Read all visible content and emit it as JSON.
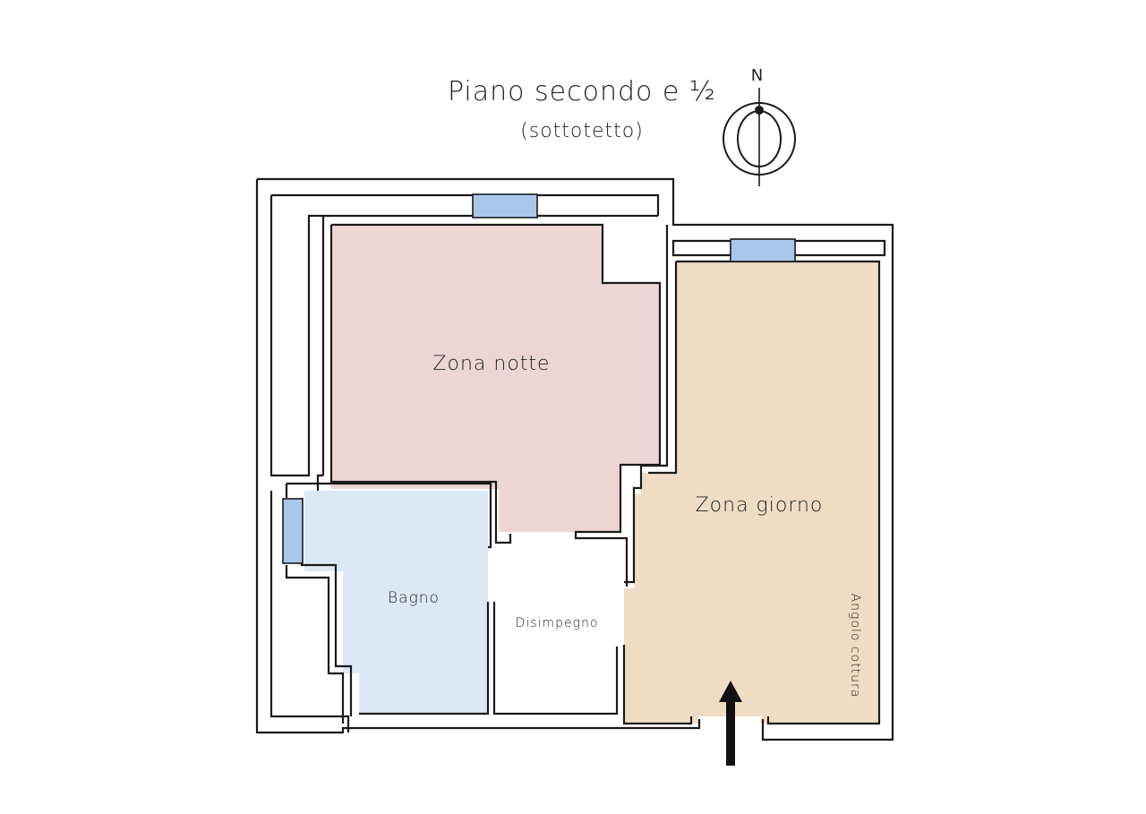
{
  "title": {
    "main": "Piano secondo e ½",
    "sub": "(sottotetto)"
  },
  "compass": {
    "north_label": "N",
    "icon": "compass-north-icon"
  },
  "rooms": {
    "zona_notte": {
      "label": "Zona notte",
      "color": "#eed5d5"
    },
    "zona_giorno": {
      "label": "Zona giorno",
      "color": "#f0dcc4"
    },
    "bagno": {
      "label": "Bagno",
      "color": "#dce8f5"
    },
    "disimpegno": {
      "label": "Disimpegno",
      "color": "#ffffff"
    },
    "angolo_cottura": {
      "label": "Angolo cottura"
    }
  },
  "entrance": {
    "icon": "entrance-arrow-icon"
  },
  "colors": {
    "window": "#a9c7ea",
    "wall": "#1a1a1a"
  }
}
